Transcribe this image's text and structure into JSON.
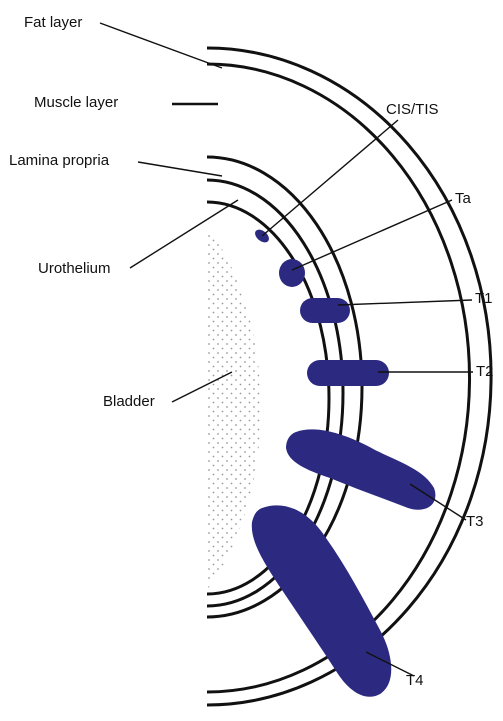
{
  "labels": {
    "fat": "Fat layer",
    "muscle": "Muscle layer",
    "lamina": "Lamina propria",
    "urothelium": "Urothelium",
    "bladder": "Bladder",
    "cis": "CIS/TIS",
    "ta": "Ta",
    "t1": "T1",
    "t2": "T2",
    "t3": "T3",
    "t4": "T4"
  },
  "colors": {
    "tumor": "#2b2a80",
    "line": "#111111",
    "dots": "#9a9a9a"
  }
}
